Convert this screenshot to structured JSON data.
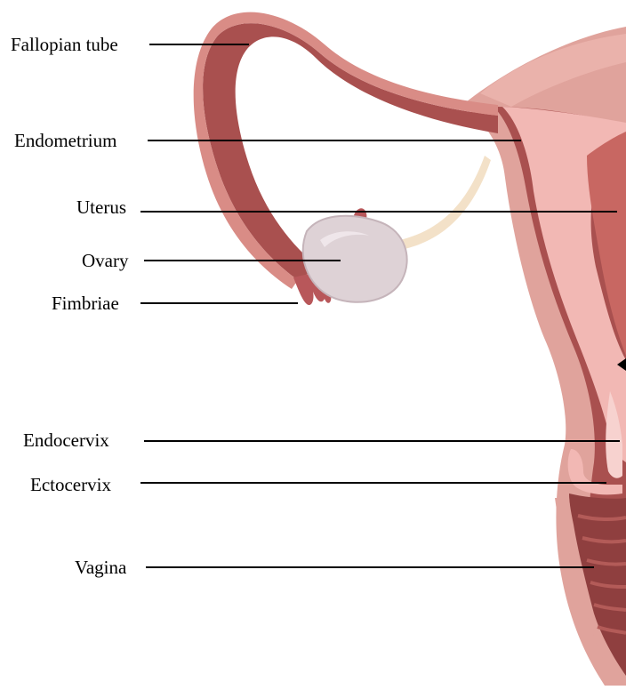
{
  "labels": {
    "fallopian_tube": "Fallopian tube",
    "endometrium": "Endometrium",
    "uterus": "Uterus",
    "ovary": "Ovary",
    "fimbriae": "Fimbriae",
    "endocervix": "Endocervix",
    "ectocervix": "Ectocervix",
    "vagina": "Vagina"
  },
  "colors": {
    "outer_tissue": "#e0a39c",
    "muscle": "#a9504f",
    "muscle_dark": "#8f3f3f",
    "lining": "#f2b8b4",
    "lining_light": "#f7d2cf",
    "ovary": "#ded2d6",
    "ligament": "#f3e1c8"
  }
}
